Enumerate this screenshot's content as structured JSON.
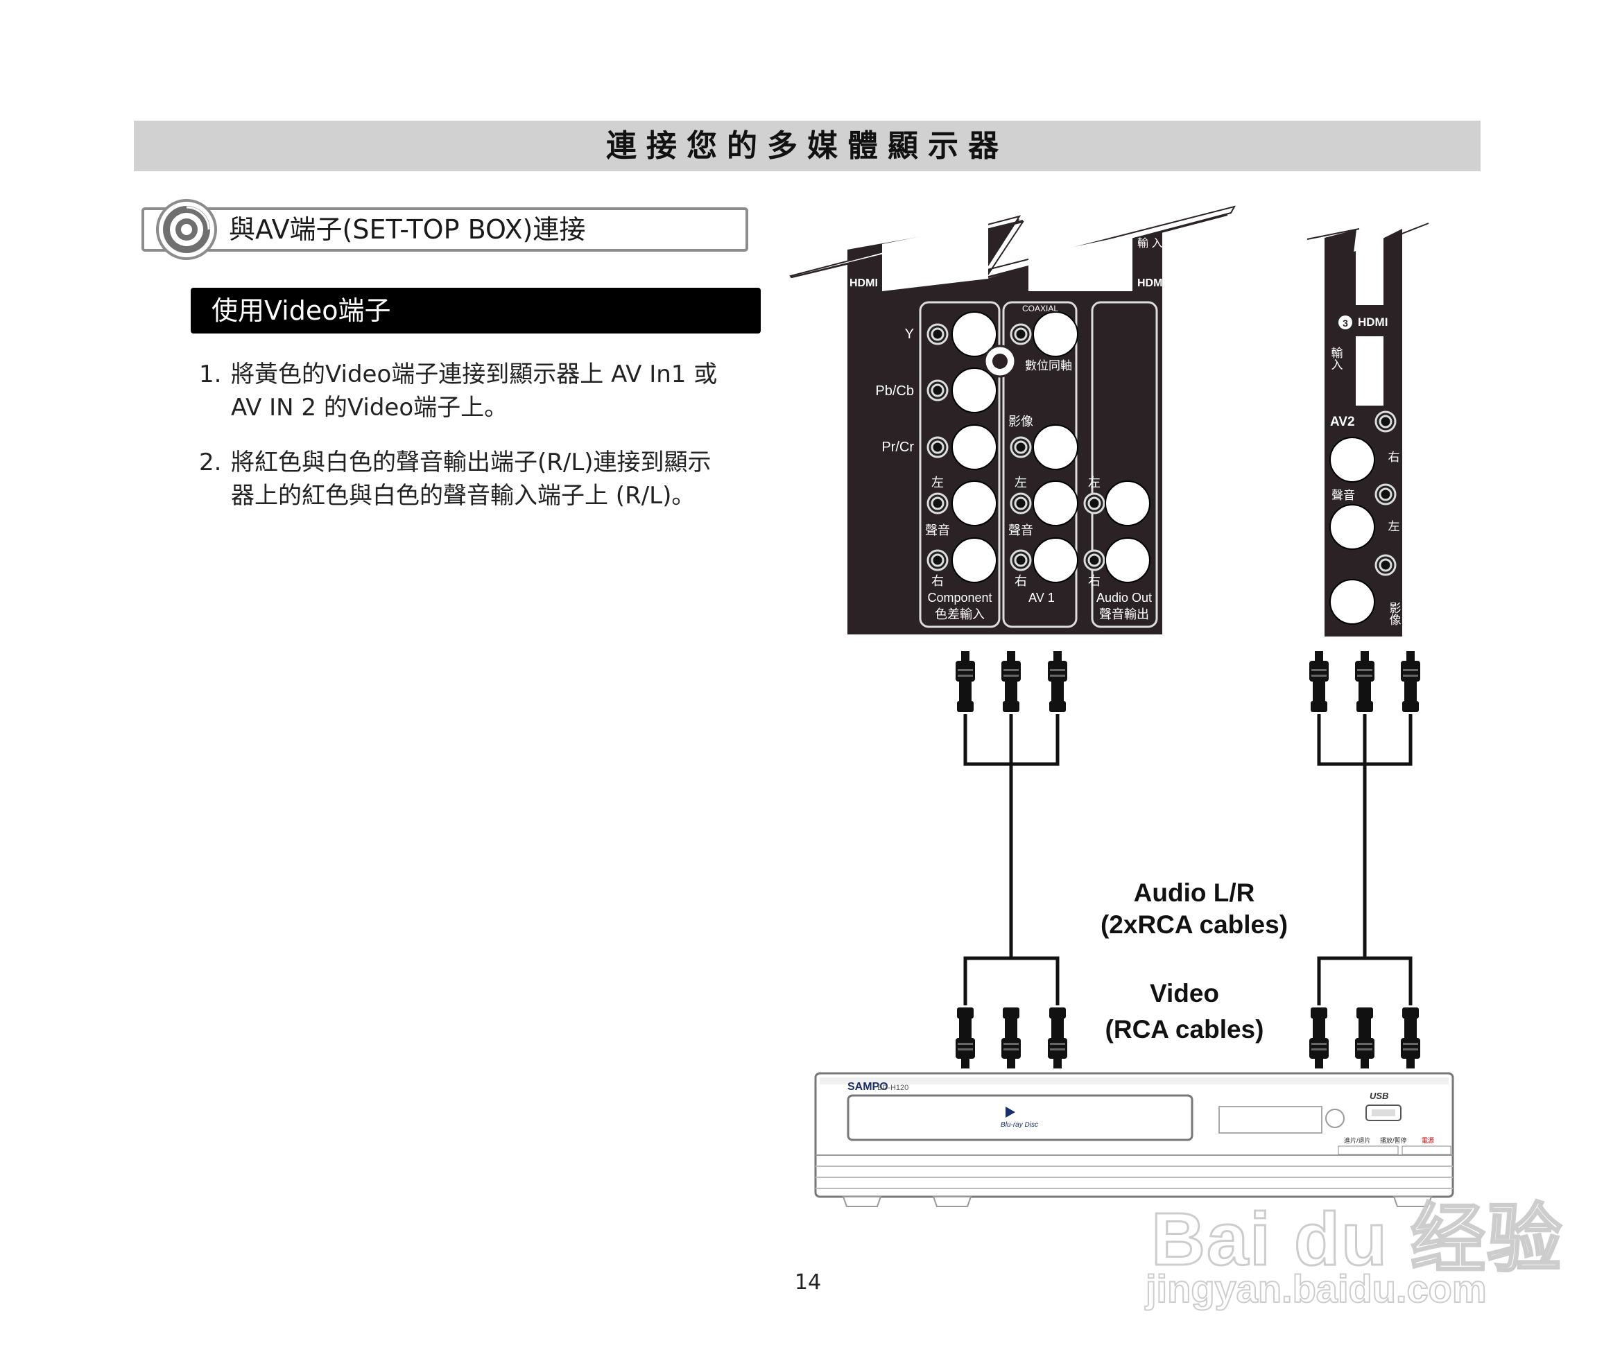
{
  "header": {
    "title": "連接您的多媒體顯示器"
  },
  "section": {
    "title": "與AV端子(SET-TOP  BOX)連接",
    "icon": "target-disc-icon"
  },
  "subsection": {
    "title": "使用Video端子"
  },
  "steps": [
    {
      "num": "1.",
      "line1": "將黃色的Video端子連接到顯示器上 AV In1 或",
      "line2": "AV IN 2 的Video端子上。"
    },
    {
      "num": "2.",
      "line1": "將紅色與白色的聲音輸出端子(R/L)連接到顯示",
      "line2": "器上的紅色與白色的聲音輸入端子上 (R/L)。"
    }
  ],
  "tv_panel_left": {
    "top_labels": [
      "輸 入",
      "HDMI"
    ],
    "row_labels": [
      "Y",
      "Pb/Cb",
      "Pr/Cr"
    ],
    "coaxial": "COAXIAL",
    "digital_coax": "數位同軸",
    "video_jp": "影像",
    "left_jp": "左",
    "right_jp": "右",
    "audio_jp": "聲音",
    "groups": [
      {
        "en": "Component",
        "zh": "色差輸入"
      },
      {
        "en": "AV 1",
        "zh": ""
      },
      {
        "en": "Audio Out",
        "zh": "聲音輸出"
      }
    ]
  },
  "tv_panel_right": {
    "num": "3",
    "hdmi": "HDMI",
    "input": "輸入",
    "av2": "AV2",
    "right": "右",
    "audio": "聲音",
    "left": "左",
    "video": "影像"
  },
  "cable_labels": {
    "audio_line1": "Audio L/R",
    "audio_line2": "(2xRCA cables)",
    "video_line1": "Video",
    "video_line2": "(RCA cables)"
  },
  "player": {
    "brand": "SAMPO",
    "model": "BD-H120",
    "disc_logo": "Blu-ray Disc",
    "usb": "USB",
    "buttons": [
      "進片/退片",
      "播放/暫停",
      "電源"
    ]
  },
  "page_number": "14",
  "watermark": {
    "line1": "Bai du 经验",
    "line2": "jingyan.baidu.com"
  }
}
